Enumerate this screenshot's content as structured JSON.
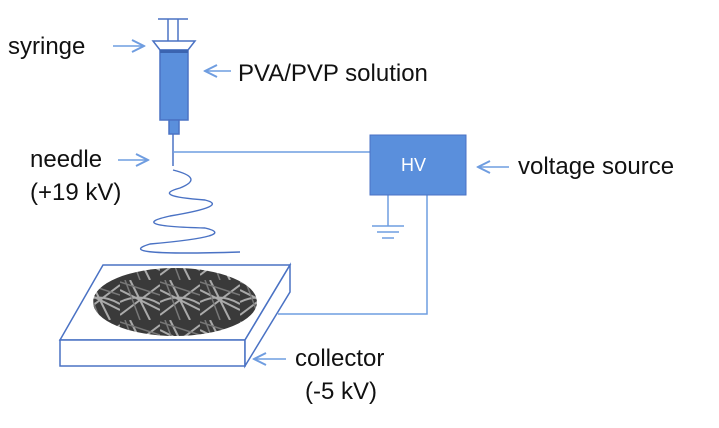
{
  "labels": {
    "syringe": "syringe",
    "solution": "PVA/PVP solution",
    "needle": "needle",
    "needle_voltage": "(+19 kV)",
    "hv": "HV",
    "voltage_source": "voltage source",
    "collector": "collector",
    "collector_voltage": "(-5 kV)"
  },
  "colors": {
    "line": "#4a72c4",
    "fill": "#5a8fdc",
    "arrow": "#6f9de0"
  }
}
